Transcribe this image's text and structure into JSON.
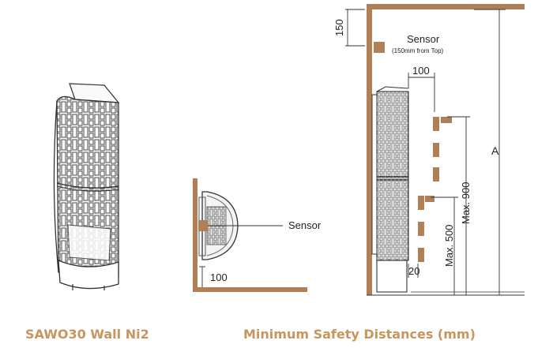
{
  "captions": {
    "product": "SAWO30 Wall Ni2",
    "diagram": "Minimum Safety Distances (mm)"
  },
  "plan_view": {
    "sensor_label": "Sensor",
    "floor_gap": "100"
  },
  "side_view": {
    "top_gap": "150",
    "sensor_label": "Sensor",
    "sensor_note": "(150mm from Top)",
    "side_gap": "100",
    "height_a": "A",
    "max_upper": "Max. 900",
    "max_lower": "Max. 500",
    "bottom_gap": "20"
  },
  "colors": {
    "wall": "#b17f55",
    "caption": "#c8955d",
    "line": "#222222"
  }
}
